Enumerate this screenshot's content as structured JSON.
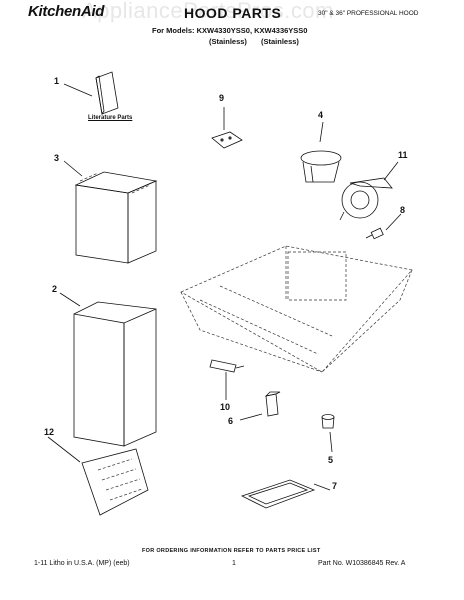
{
  "header": {
    "brand": "KitchenAid",
    "watermark": "AppliancePartsPros.com",
    "title": "HOOD PARTS",
    "subtitle": "30\" & 36\" PROFESSIONAL HOOD",
    "models_line": "For Models: KXW4330YSS0, KXW4336YSS0",
    "variant_1": "(Stainless)",
    "variant_2": "(Stainless)"
  },
  "callouts": {
    "c1": "1",
    "c2": "2",
    "c3": "3",
    "c4": "4",
    "c5": "5",
    "c6": "6",
    "c7": "7",
    "c8": "8",
    "c9": "9",
    "c10": "10",
    "c11": "11",
    "c12": "12"
  },
  "literature_label": "Literature Parts",
  "footer": {
    "ordering": "FOR ORDERING INFORMATION REFER TO PARTS PRICE LIST",
    "left": "1-11 Litho in U.S.A. (MP) (eeb)",
    "page": "1",
    "right": "Part No. W10386845 Rev. A"
  }
}
